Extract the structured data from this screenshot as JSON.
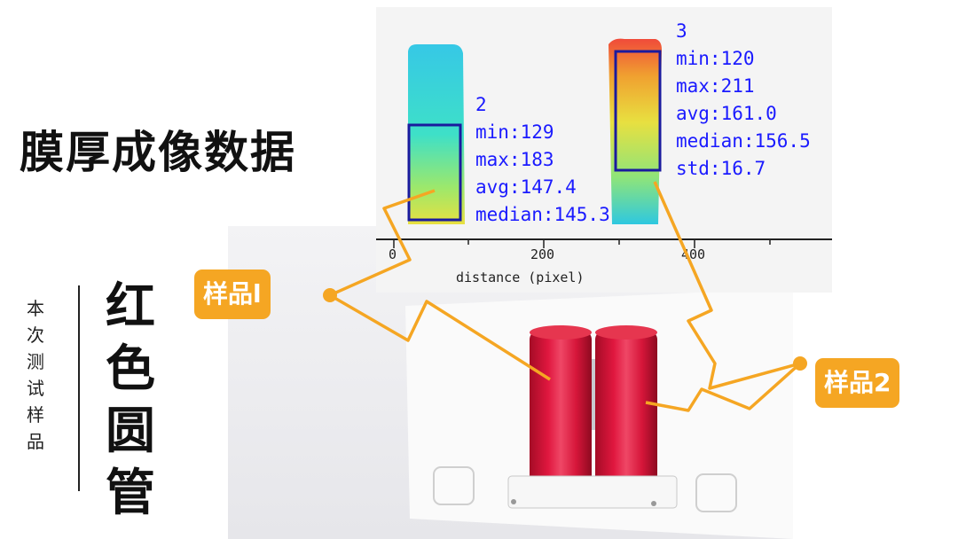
{
  "title": "膜厚成像数据",
  "side_caption": "本次测试样品",
  "sample_name": "红色圆管",
  "callouts": {
    "sample1": "样品l",
    "sample2": "样品2"
  },
  "plot": {
    "roi_left": {
      "id": "2",
      "min": "min:129",
      "max": "max:183",
      "avg": "avg:147.4",
      "median": "median:145.3"
    },
    "roi_right": {
      "id": "3",
      "min": "min:120",
      "max": "max:211",
      "avg": "avg:161.0",
      "median": "median:156.5",
      "std": "std:16.7"
    },
    "x_ticks": [
      "0",
      "200",
      "400"
    ],
    "x_label": "distance (pixel)"
  },
  "colors": {
    "accent": "#f5a623",
    "roi_box": "#1a1a9e",
    "stats_text": "#1a1aff",
    "tube_red": "#d6163a"
  }
}
